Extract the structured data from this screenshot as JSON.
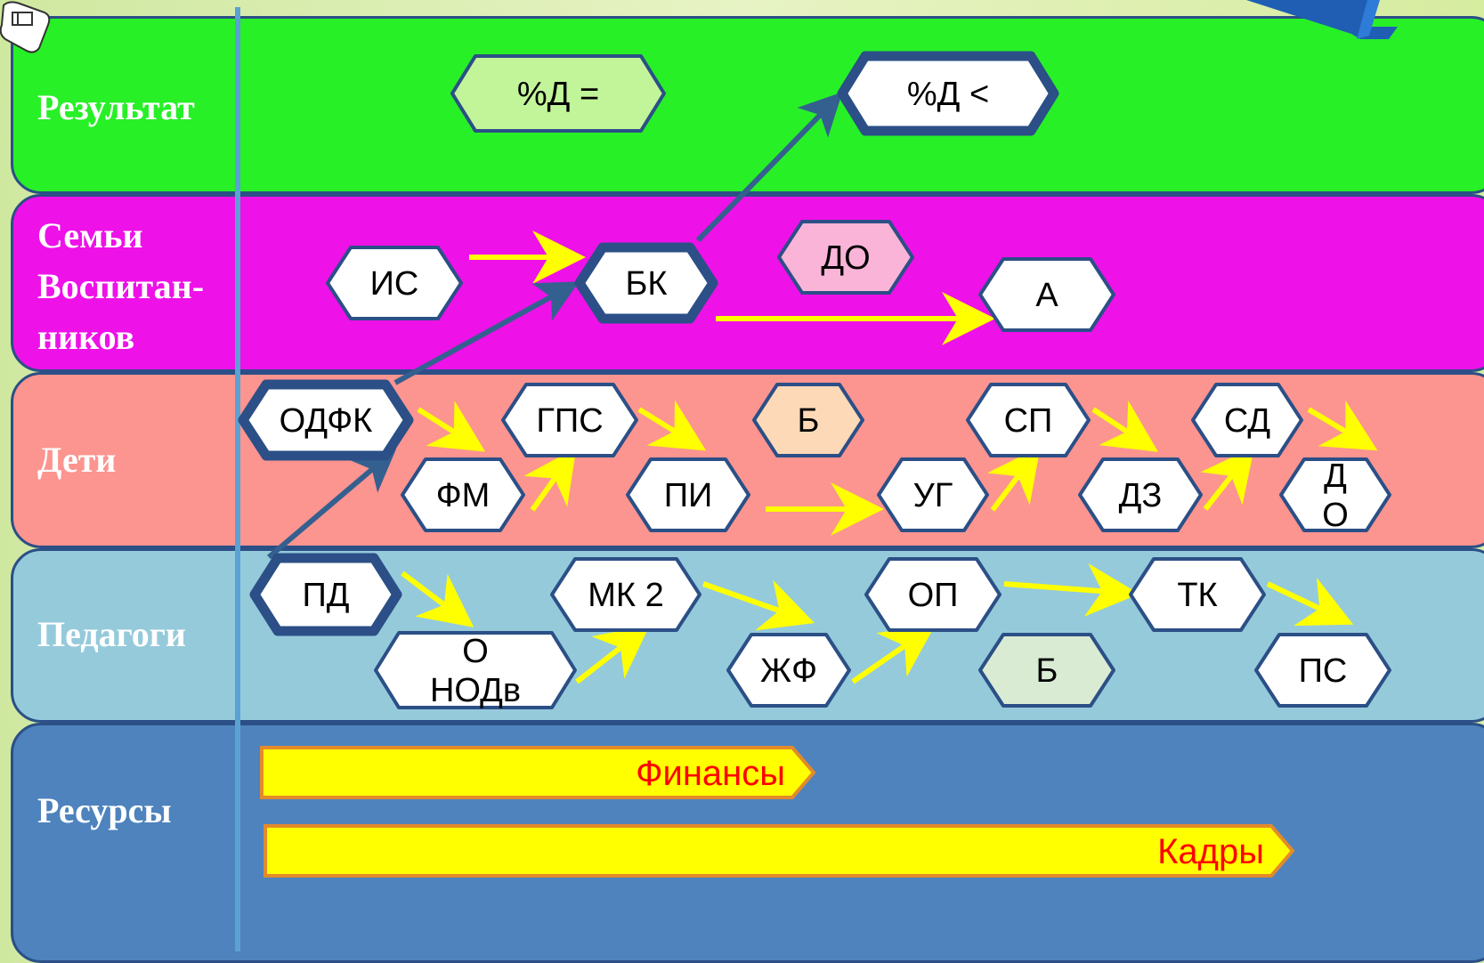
{
  "bands": [
    {
      "id": "result",
      "label_lines": [
        "Результат"
      ],
      "color": "#27f027"
    },
    {
      "id": "families",
      "label_lines": [
        "Семьи",
        "Воспитан-",
        "ников"
      ],
      "color": "#ee11e8"
    },
    {
      "id": "children",
      "label_lines": [
        "Дети"
      ],
      "color": "#fc9490"
    },
    {
      "id": "teachers",
      "label_lines": [
        "Педагоги"
      ],
      "color": "#95cadb"
    },
    {
      "id": "resources",
      "label_lines": [
        "Ресурсы"
      ],
      "color": "#4e83bd"
    }
  ],
  "nodes": [
    {
      "id": "pd_eq",
      "lines": [
        "%Д ="
      ],
      "fill": "#c2f59a",
      "bold": false
    },
    {
      "id": "pd_lt",
      "lines": [
        "%Д <"
      ],
      "fill": "#ffffff",
      "bold": true
    },
    {
      "id": "is",
      "lines": [
        "ИС"
      ],
      "fill": "#ffffff",
      "bold": false
    },
    {
      "id": "bk",
      "lines": [
        "БК"
      ],
      "fill": "#ffffff",
      "bold": true
    },
    {
      "id": "do1",
      "lines": [
        "ДО"
      ],
      "fill": "#fab4d8",
      "bold": false
    },
    {
      "id": "a",
      "lines": [
        "А"
      ],
      "fill": "#ffffff",
      "bold": false
    },
    {
      "id": "odfk",
      "lines": [
        "ОДФК"
      ],
      "fill": "#ffffff",
      "bold": true
    },
    {
      "id": "gps",
      "lines": [
        "ГПС"
      ],
      "fill": "#ffffff",
      "bold": false
    },
    {
      "id": "b1",
      "lines": [
        "Б"
      ],
      "fill": "#fdd9b7",
      "bold": false
    },
    {
      "id": "sp",
      "lines": [
        "СП"
      ],
      "fill": "#ffffff",
      "bold": false
    },
    {
      "id": "sd",
      "lines": [
        "СД"
      ],
      "fill": "#ffffff",
      "bold": false
    },
    {
      "id": "fm",
      "lines": [
        "ФМ"
      ],
      "fill": "#ffffff",
      "bold": false
    },
    {
      "id": "pi",
      "lines": [
        "ПИ"
      ],
      "fill": "#ffffff",
      "bold": false
    },
    {
      "id": "ug",
      "lines": [
        "УГ"
      ],
      "fill": "#ffffff",
      "bold": false
    },
    {
      "id": "dz",
      "lines": [
        "ДЗ"
      ],
      "fill": "#ffffff",
      "bold": false
    },
    {
      "id": "do2",
      "lines": [
        "Д",
        "О"
      ],
      "fill": "#ffffff",
      "bold": false
    },
    {
      "id": "pd",
      "lines": [
        "ПД"
      ],
      "fill": "#ffffff",
      "bold": true
    },
    {
      "id": "mk2",
      "lines": [
        "МК 2"
      ],
      "fill": "#ffffff",
      "bold": false
    },
    {
      "id": "op",
      "lines": [
        "ОП"
      ],
      "fill": "#ffffff",
      "bold": false
    },
    {
      "id": "tk",
      "lines": [
        "ТК"
      ],
      "fill": "#ffffff",
      "bold": false
    },
    {
      "id": "onodv",
      "lines": [
        "О",
        "НОДв"
      ],
      "fill": "#ffffff",
      "bold": false
    },
    {
      "id": "zhf",
      "lines": [
        "ЖФ"
      ],
      "fill": "#ffffff",
      "bold": false
    },
    {
      "id": "b2",
      "lines": [
        "Б"
      ],
      "fill": "#daebd4",
      "bold": false
    },
    {
      "id": "ps",
      "lines": [
        "ПС"
      ],
      "fill": "#ffffff",
      "bold": false
    }
  ],
  "bars": [
    {
      "id": "finance",
      "label": "Финансы",
      "fill": "#ffff00",
      "text_color": "#ff0000"
    },
    {
      "id": "staff",
      "label": "Кадры",
      "fill": "#ffff00",
      "text_color": "#ff0000"
    }
  ],
  "colors": {
    "border": "#2b4f86",
    "yellow_arrow": "#ffff00",
    "blue_arrow": "#34608f",
    "timeline": "#5aa2d2"
  },
  "icons": [
    "scroll-map-icon",
    "next-arrow-icon"
  ]
}
